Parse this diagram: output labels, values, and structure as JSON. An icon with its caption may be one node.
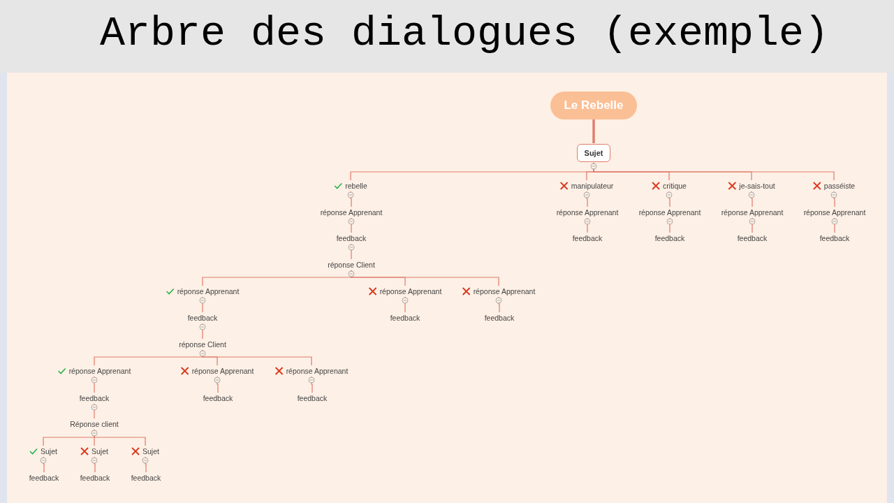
{
  "diagram": {
    "title": "Arbre des dialogues (exemple)",
    "nodes": [
      {
        "text": [
          "Le Rebelle"
        ]
      },
      {
        "text": [
          "Sujet"
        ]
      },
      {
        "text": [
          "rebelle"
        ]
      },
      {
        "text": [
          "réponse Apprenant"
        ]
      },
      {
        "text": [
          "feedback"
        ]
      },
      {
        "text": [
          "réponse Client"
        ]
      },
      {
        "text": [
          "réponse Apprenant"
        ]
      },
      {
        "text": [
          "feedback"
        ]
      },
      {
        "text": [
          "réponse Client"
        ]
      },
      {
        "text": [
          "réponse Apprenant"
        ]
      },
      {
        "text": [
          "feedback"
        ]
      },
      {
        "text": [
          "Réponse client"
        ]
      },
      {
        "text": [
          "Sujet"
        ]
      },
      {
        "text": [
          "feedback"
        ]
      },
      {
        "text": [
          "Sujet"
        ]
      },
      {
        "text": [
          "feedback"
        ]
      },
      {
        "text": [
          "Sujet"
        ]
      },
      {
        "text": [
          "feedback"
        ]
      },
      {
        "text": [
          "réponse Apprenant"
        ]
      },
      {
        "text": [
          "feedback"
        ]
      },
      {
        "text": [
          "réponse Apprenant"
        ]
      },
      {
        "text": [
          "feedback"
        ]
      },
      {
        "text": [
          "réponse Apprenant"
        ]
      },
      {
        "text": [
          "feedback"
        ]
      },
      {
        "text": [
          "réponse Apprenant"
        ]
      },
      {
        "text": [
          "feedback"
        ]
      },
      {
        "text": [
          "manipulateur"
        ]
      },
      {
        "text": [
          "réponse Apprenant"
        ]
      },
      {
        "text": [
          "feedback"
        ]
      },
      {
        "text": [
          "critique"
        ]
      },
      {
        "text": [
          "réponse Apprenant"
        ]
      },
      {
        "text": [
          "feedback"
        ]
      },
      {
        "text": [
          "je-sais-tout"
        ]
      },
      {
        "text": [
          "réponse Apprenant"
        ]
      },
      {
        "text": [
          "feedback"
        ]
      },
      {
        "text": [
          "passéiste"
        ]
      },
      {
        "text": [
          "réponse Apprenant"
        ]
      },
      {
        "text": [
          "feedback"
        ]
      }
    ],
    "edges": [
      {
        "from": 0,
        "to": 1,
        "arrow": "none",
        "style": "thick"
      },
      {
        "from": 1,
        "to": 2,
        "arrow": "none"
      },
      {
        "from": 1,
        "to": 26,
        "arrow": "none"
      },
      {
        "from": 1,
        "to": 29,
        "arrow": "none"
      },
      {
        "from": 1,
        "to": 32,
        "arrow": "none"
      },
      {
        "from": 1,
        "to": 35,
        "arrow": "none"
      },
      {
        "from": 2,
        "to": 3,
        "arrow": "none"
      },
      {
        "from": 3,
        "to": 4,
        "arrow": "none"
      },
      {
        "from": 4,
        "to": 5,
        "arrow": "none"
      },
      {
        "from": 5,
        "to": 6,
        "arrow": "none"
      },
      {
        "from": 5,
        "to": 22,
        "arrow": "none"
      },
      {
        "from": 5,
        "to": 24,
        "arrow": "none"
      },
      {
        "from": 6,
        "to": 7,
        "arrow": "none"
      },
      {
        "from": 7,
        "to": 8,
        "arrow": "none"
      },
      {
        "from": 8,
        "to": 9,
        "arrow": "none"
      },
      {
        "from": 8,
        "to": 18,
        "arrow": "none"
      },
      {
        "from": 8,
        "to": 20,
        "arrow": "none"
      },
      {
        "from": 9,
        "to": 10,
        "arrow": "none"
      },
      {
        "from": 10,
        "to": 11,
        "arrow": "none"
      },
      {
        "from": 11,
        "to": 12,
        "arrow": "none"
      },
      {
        "from": 11,
        "to": 14,
        "arrow": "none"
      },
      {
        "from": 11,
        "to": 16,
        "arrow": "none"
      },
      {
        "from": 12,
        "to": 13,
        "arrow": "none"
      },
      {
        "from": 14,
        "to": 15,
        "arrow": "none"
      },
      {
        "from": 16,
        "to": 17,
        "arrow": "none"
      },
      {
        "from": 18,
        "to": 19,
        "arrow": "none"
      },
      {
        "from": 20,
        "to": 21,
        "arrow": "none"
      },
      {
        "from": 22,
        "to": 23,
        "arrow": "none"
      },
      {
        "from": 24,
        "to": 25,
        "arrow": "none"
      },
      {
        "from": 26,
        "to": 27,
        "arrow": "none"
      },
      {
        "from": 27,
        "to": 28,
        "arrow": "none"
      },
      {
        "from": 29,
        "to": 30,
        "arrow": "none"
      },
      {
        "from": 30,
        "to": 31,
        "arrow": "none"
      },
      {
        "from": 32,
        "to": 33,
        "arrow": "none"
      },
      {
        "from": 33,
        "to": 34,
        "arrow": "none"
      },
      {
        "from": 35,
        "to": 36,
        "arrow": "none"
      },
      {
        "from": 36,
        "to": 37,
        "arrow": "none"
      }
    ]
  }
}
